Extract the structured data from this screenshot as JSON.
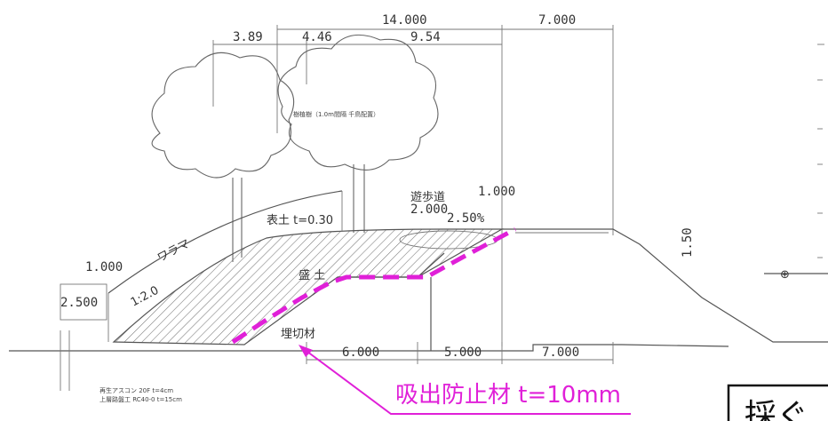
{
  "dimensions": {
    "top_total": "14.000",
    "top_right": "7.000",
    "top_left": "3.89",
    "top_mid": "4.46",
    "top_inner": "9.54",
    "right_height": "1.000",
    "path_width": "2.000",
    "slope_pct": "2.50%",
    "left_height": "1.000",
    "base_height": "2.500",
    "bottom_1": "6.000",
    "bottom_2": "5.000",
    "bottom_3": "7.000",
    "side_height": "1.50"
  },
  "labels": {
    "path": "遊歩道",
    "topsoil": "表土 t=0.30",
    "grass": "ワラマ",
    "fill": "盛 土",
    "slope_ratio": "1:2.0",
    "cut_material": "埋切材",
    "tree_note": "樹植樹（1.0m間隔 千鳥配置）",
    "bottom_note_1": "再生アスコン 20F t=4cm",
    "bottom_note_2": "上層路盤工 RC40-0 t=15cm",
    "anti_suction": "吸出防止材 t=10mm",
    "corner_text": "採ぐ"
  },
  "colors": {
    "accent": "#e020d8",
    "hatch": "#666666"
  }
}
